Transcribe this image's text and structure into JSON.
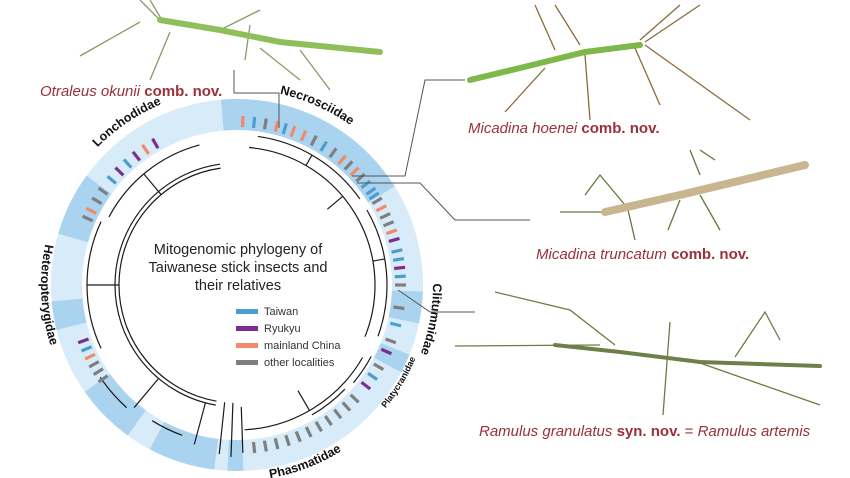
{
  "figure": {
    "title": "Mitogenomic phylogeny of Taiwanese stick insects and their relatives",
    "title_lines": [
      "Mitogenomic phylogeny of",
      "Taiwanese stick insects and",
      "their relatives"
    ],
    "legend": [
      {
        "label": "Taiwan",
        "color": "#4a9fd0"
      },
      {
        "label": "Ryukyu",
        "color": "#7a2f8e"
      },
      {
        "label": "mainland China",
        "color": "#f08a6b"
      },
      {
        "label": "other localities",
        "color": "#7f7f7f"
      }
    ],
    "ring_colors": {
      "dark": "#a9d3ee",
      "light": "#d7ebf8",
      "branch": "#1a1a1a"
    },
    "families": [
      {
        "name": "Necrosciidae"
      },
      {
        "name": "Lonchodidae"
      },
      {
        "name": "Clitumnidae"
      },
      {
        "name": "Platycranidae"
      },
      {
        "name": "Phasmatidae"
      },
      {
        "name": "Heteropterygidae"
      }
    ],
    "species": [
      {
        "id": "otraleus",
        "italic": "Otraleus okunii",
        "bold": "comb. nov.",
        "suffix": ""
      },
      {
        "id": "hoenei",
        "italic": "Micadina hoenei",
        "bold": "comb. nov.",
        "suffix": ""
      },
      {
        "id": "truncatum",
        "italic": "Micadina truncatum",
        "bold": "comb. nov.",
        "suffix": ""
      },
      {
        "id": "ramulus",
        "italic": "Ramulus granulatus",
        "bold": "syn. nov.",
        "eq": " = ",
        "suffix": "Ramulus artemis"
      }
    ]
  }
}
